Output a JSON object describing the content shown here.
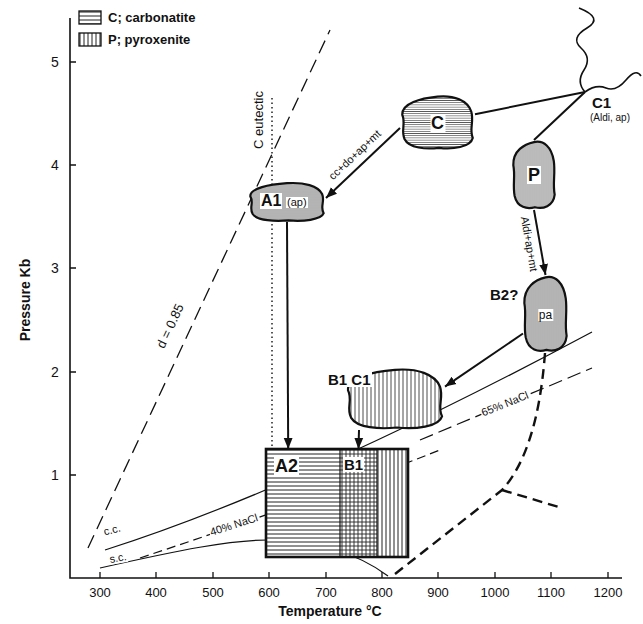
{
  "diagram": {
    "nodes": [
      {
        "text": [
          "C"
        ]
      },
      {
        "text": [
          "C1",
          "(Aldi, ap)"
        ]
      },
      {
        "text": [
          "A1",
          "(ap)"
        ]
      },
      {
        "text": [
          "P"
        ]
      },
      {
        "text": [
          "B2?",
          "pa"
        ]
      },
      {
        "text": [
          "B1 C1"
        ]
      },
      {
        "text": [
          "A2"
        ]
      },
      {
        "text": [
          "B1"
        ]
      }
    ],
    "edges": [
      {
        "from": 1,
        "to": 0,
        "arrow": "none"
      },
      {
        "from": 0,
        "to": 2,
        "label": "cc+do+ap+mt",
        "arrow": "to"
      },
      {
        "from": 1,
        "to": 3,
        "arrow": "none"
      },
      {
        "from": 3,
        "to": 4,
        "label": "Aldi+ap+mt",
        "arrow": "to"
      },
      {
        "from": 2,
        "to": 6,
        "arrow": "to"
      },
      {
        "from": 4,
        "to": 5,
        "arrow": "to"
      },
      {
        "from": 5,
        "to": 7,
        "arrow": "to"
      }
    ],
    "labels": [
      "5",
      "4",
      "3",
      "2",
      "1",
      "Pressure Kb",
      "300",
      "400",
      "500",
      "600",
      "700",
      "800",
      "900",
      "1000",
      "1100",
      "1200",
      "Temperature °C",
      "d = 0.85",
      "C eutectic",
      "c.c.",
      "40% NaCl",
      "s.c.",
      "65% NaCl"
    ],
    "legend": [
      {
        "text": "C; carbonatite"
      },
      {
        "text": "P; pyroxenite"
      }
    ]
  }
}
